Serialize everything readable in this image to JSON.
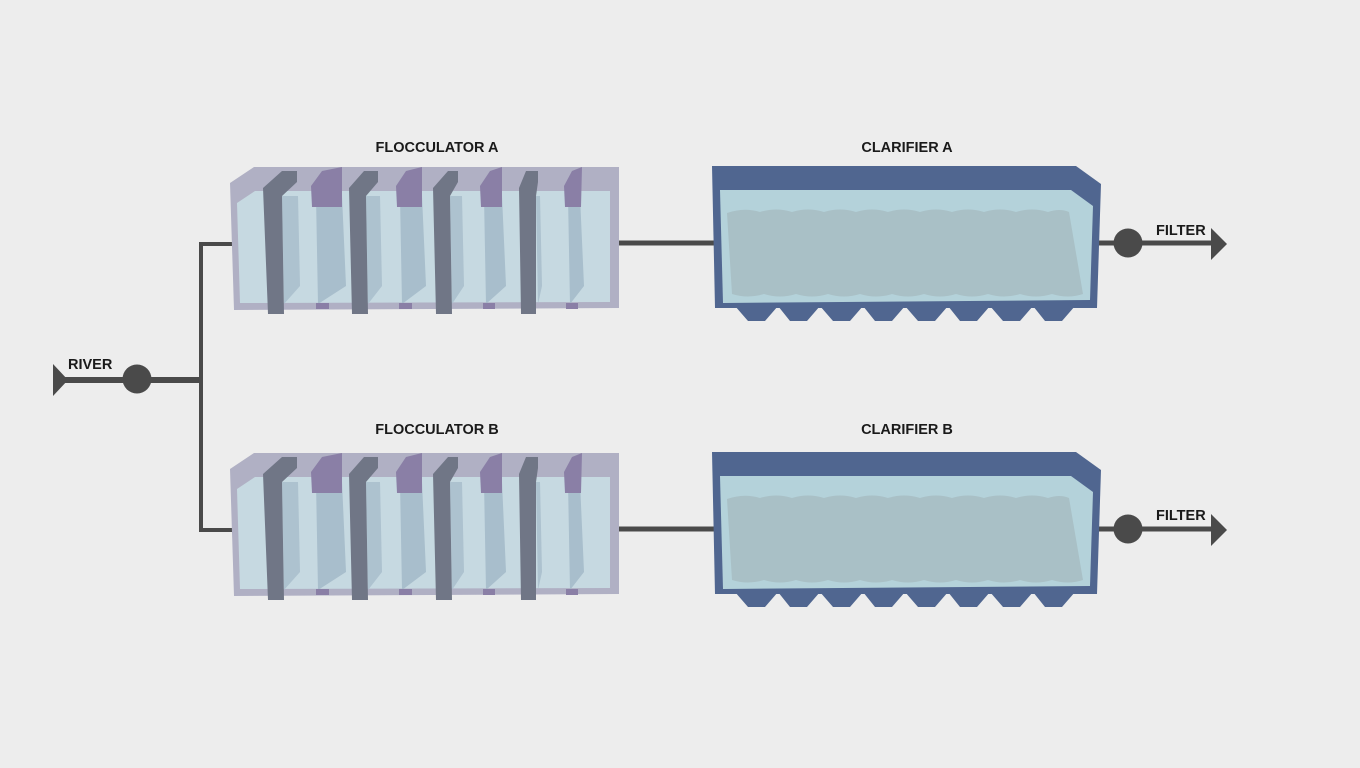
{
  "diagram": {
    "source_label": "RIVER",
    "trains": [
      {
        "flocculator_label": "FLOCCULATOR A",
        "clarifier_label": "CLARIFIER A",
        "output_label": "FILTER"
      },
      {
        "flocculator_label": "FLOCCULATOR B",
        "clarifier_label": "CLARIFIER B",
        "output_label": "FILTER"
      }
    ],
    "colors": {
      "background": "#ededed",
      "pipe": "#4a4a4a",
      "valve": "#4a4a4a",
      "flocculator_frame": "#b0b0c4",
      "flocculator_water": "#c6d9e1",
      "baffle_dark": "#707686",
      "baffle_purple": "#8a7fa6",
      "clarifier_frame": "#506690",
      "clarifier_water": "#b4d2da",
      "clarifier_sludge": "#a9c0c6",
      "label": "#1a1a1a"
    }
  }
}
